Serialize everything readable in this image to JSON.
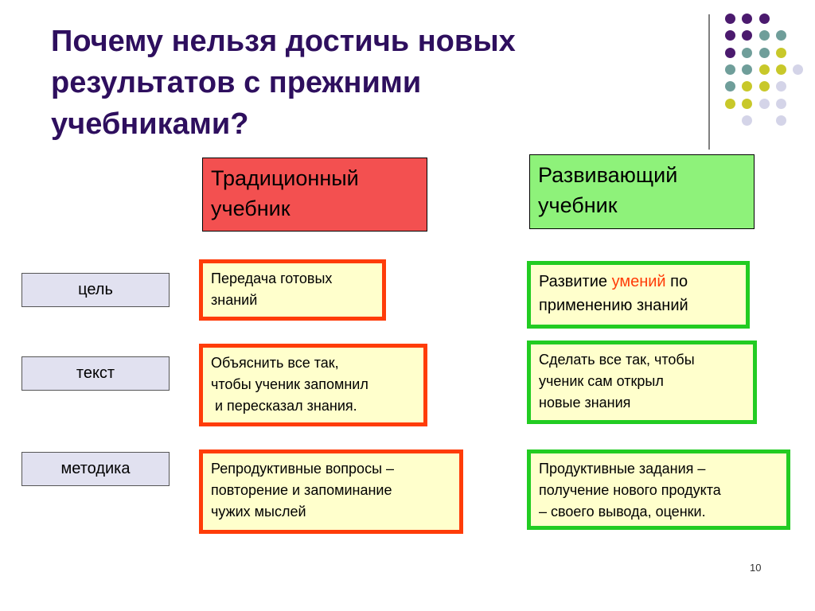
{
  "title_lines": [
    "Почему  нельзя достичь новых",
    "результатов с прежними",
    "учебниками?"
  ],
  "columns": {
    "traditional": [
      "Традиционный",
      "учебник"
    ],
    "developing": [
      "Развивающий",
      "учебник"
    ]
  },
  "rows": [
    {
      "label": "цель",
      "traditional": [
        "Передача готовых",
        "знаний"
      ],
      "developing": {
        "before": "Развитие ",
        "highlight": "умений",
        "after": " по",
        "line2": "применению знаний"
      }
    },
    {
      "label": "текст",
      "traditional": [
        "Объяснить все так,",
        "чтобы ученик запомнил",
        " и пересказал знания."
      ],
      "developing": [
        "Сделать все так, чтобы",
        "ученик сам открыл",
        "новые знания"
      ]
    },
    {
      "label": "методика",
      "traditional": [
        "Репродуктивные вопросы –",
        "повторение и запоминание",
        "чужих мыслей"
      ],
      "developing": [
        "Продуктивные задания –",
        "получение нового продукта",
        "– своего вывода, оценки."
      ]
    }
  ],
  "slide_number": "10",
  "colors": {
    "title": "#2e0f5e",
    "traditional_header": "#f35050",
    "developing_header": "#8ef27a",
    "traditional_border": "#ff3c08",
    "developing_border": "#22cc22",
    "cell_fill": "#ffffcc",
    "label_fill": "#e1e1f0",
    "highlight_text": "#ff3c08",
    "dot_purple": "#4b1a6e",
    "dot_teal": "#6f9e9a",
    "dot_yellow": "#c8c82a",
    "dot_lavender": "#d4d4e8"
  },
  "decoration": {
    "dot_grid": [
      [
        "purple",
        "purple",
        "purple",
        null,
        null
      ],
      [
        "purple",
        "purple",
        "teal",
        "teal",
        null
      ],
      [
        "purple",
        "teal",
        "teal",
        "yellow",
        null
      ],
      [
        "teal",
        "teal",
        "yellow",
        "yellow",
        "lavender"
      ],
      [
        "teal",
        "yellow",
        "yellow",
        "lavender",
        null
      ],
      [
        "yellow",
        "yellow",
        "lavender",
        "lavender",
        null
      ],
      [
        null,
        "lavender",
        null,
        "lavender",
        null
      ]
    ]
  }
}
